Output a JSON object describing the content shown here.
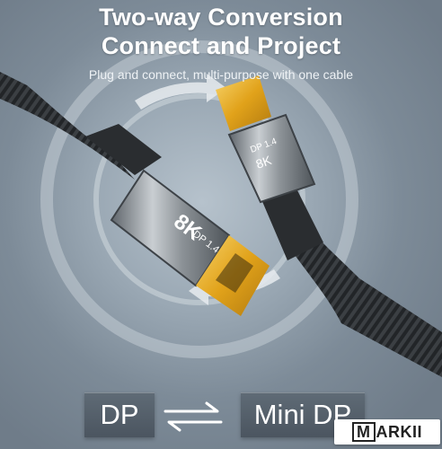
{
  "headline": {
    "line1": "Two-way Conversion",
    "line2": "Connect and Project",
    "subtitle": "Plug and connect, multi-purpose with one cable"
  },
  "connectors": {
    "large": {
      "label_top": "8K",
      "label_bottom": "DP 1.4"
    },
    "mini": {
      "label_top": "DP 1.4",
      "label_bottom": "8K"
    }
  },
  "badges": {
    "left": "DP",
    "right": "Mini DP"
  },
  "icons": {
    "swap": "swap-arrows-icon",
    "rotation": "circular-arrows-icon"
  },
  "logo": {
    "text_boxed": "M",
    "text_rest": "ARKII"
  },
  "colors": {
    "gold": "#e9b12a",
    "metal": "#9aa0a6",
    "braid": "#26292c",
    "pill": "#56616b"
  }
}
